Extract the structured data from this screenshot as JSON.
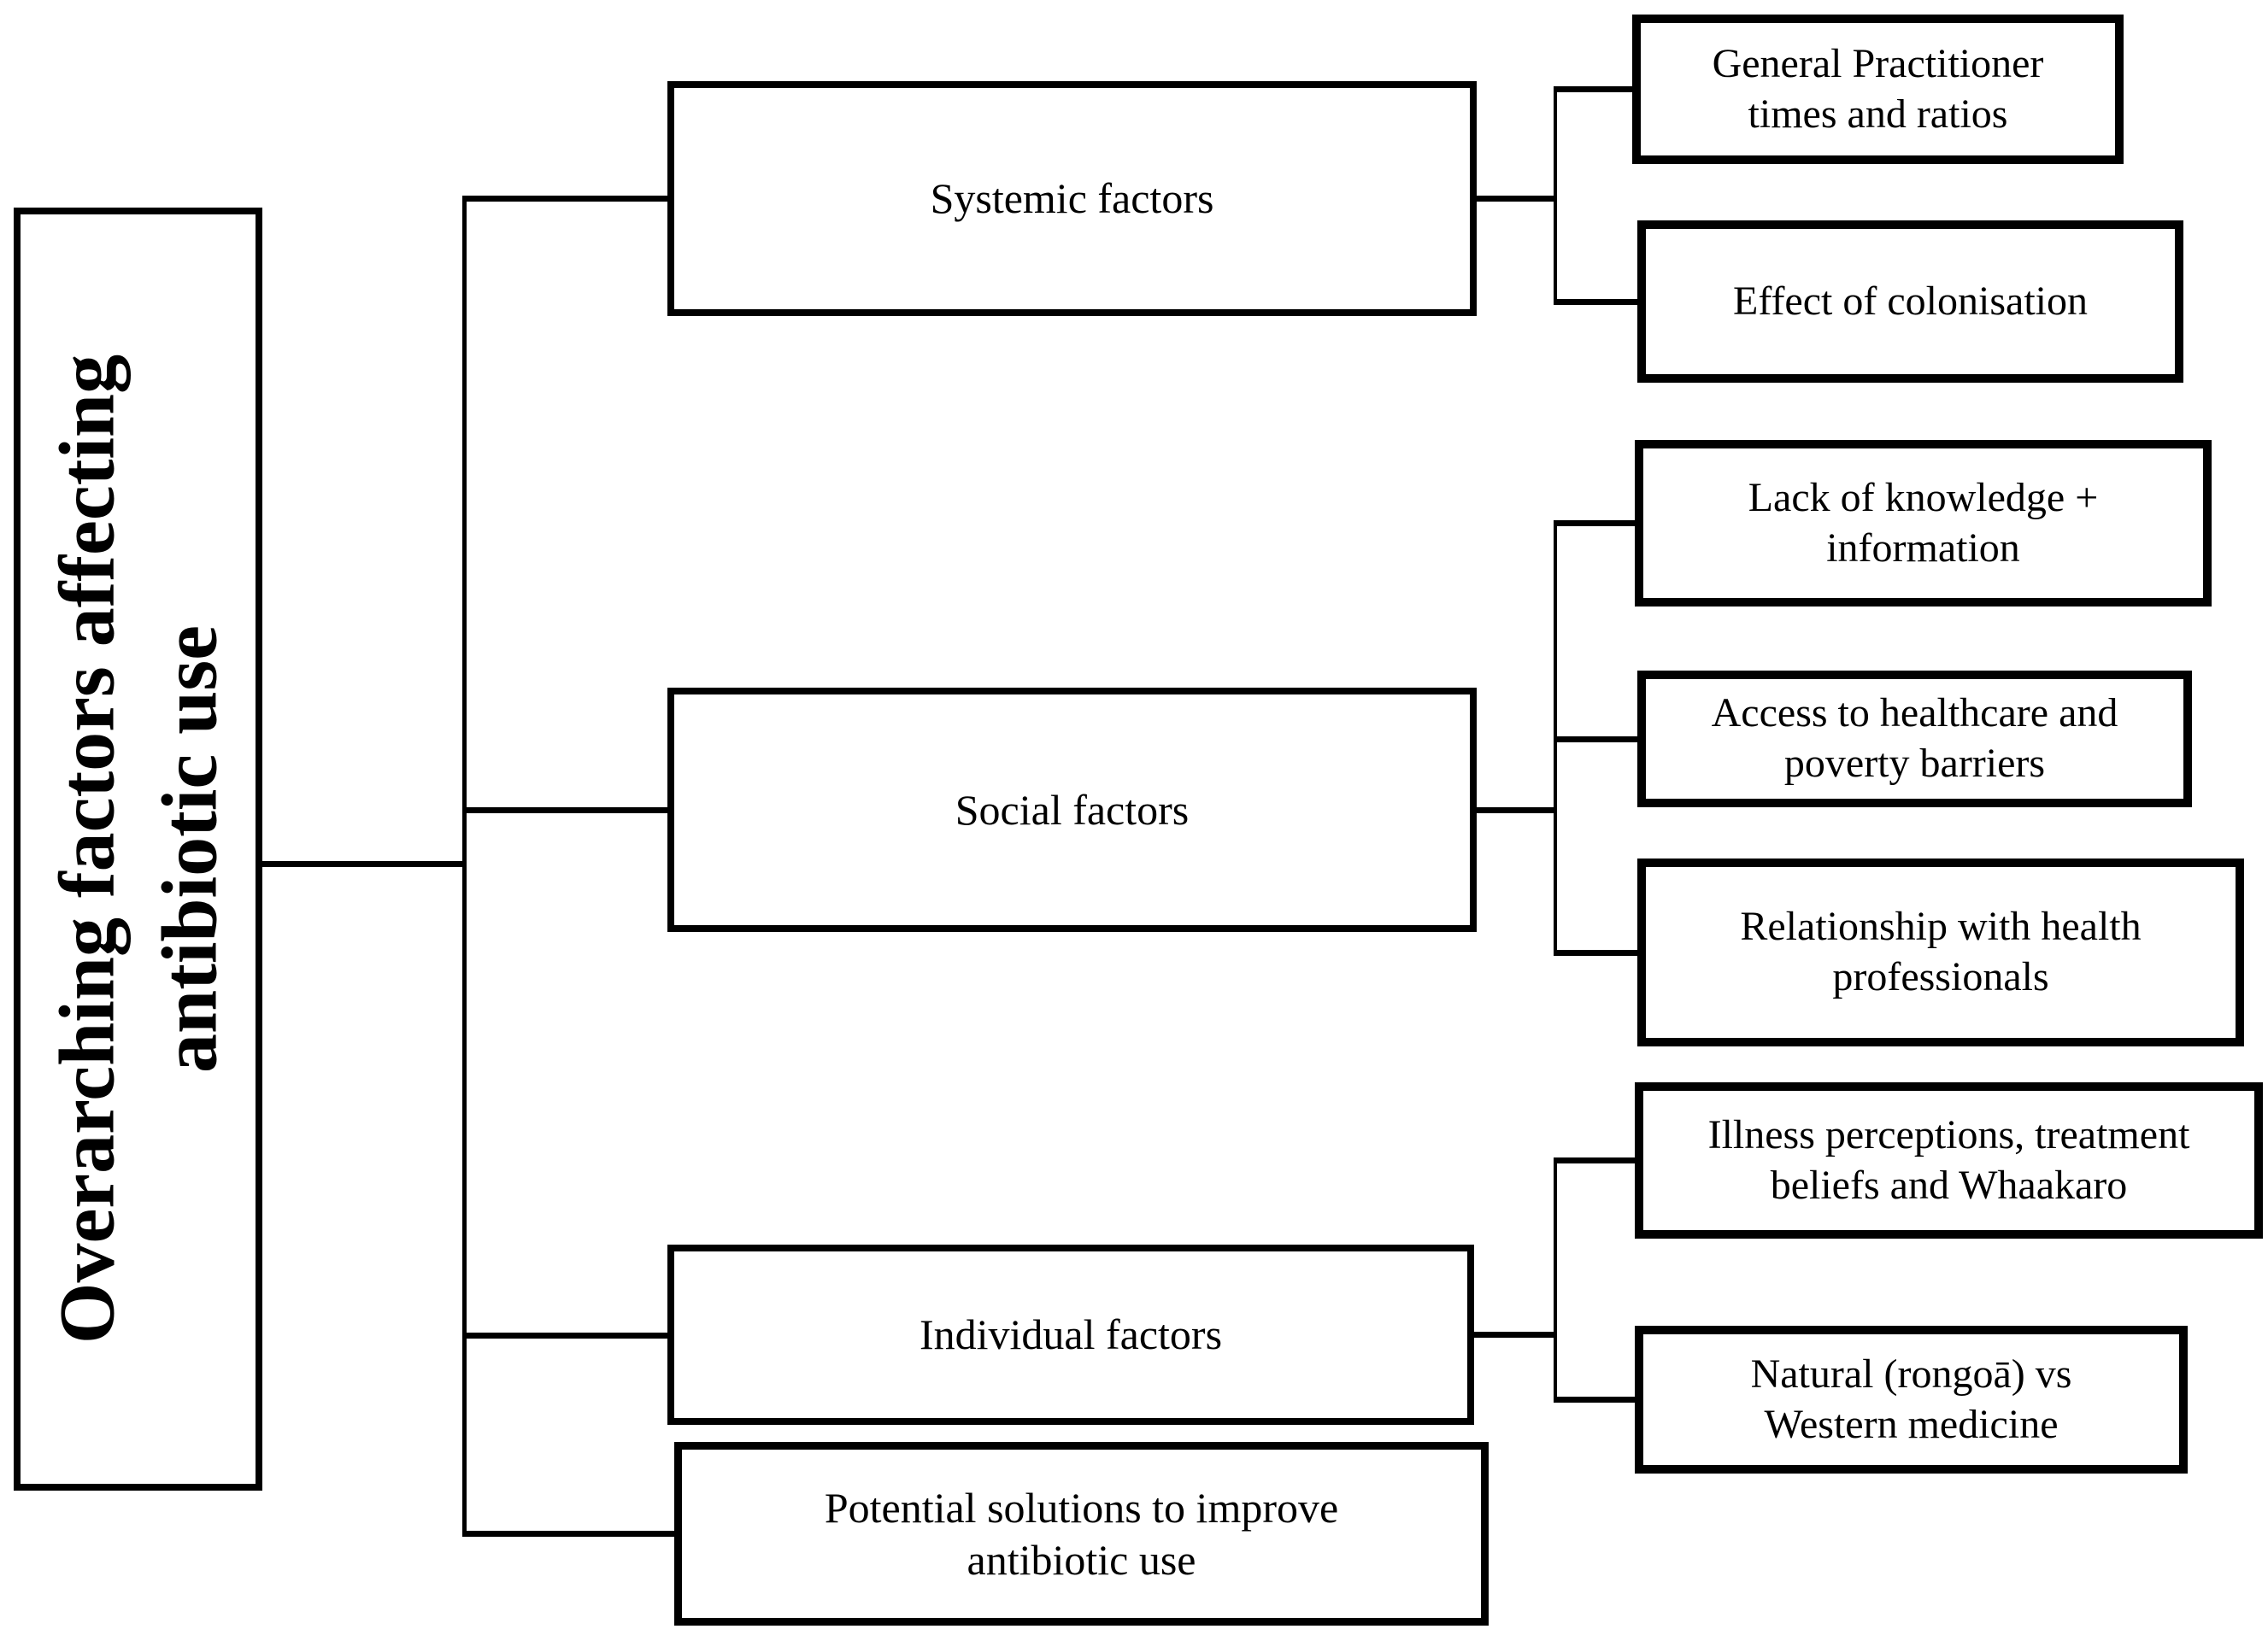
{
  "figure": {
    "type": "tree-diagram",
    "colors": {
      "line": "#000000",
      "text": "#000000",
      "background": "#ffffff"
    },
    "root": {
      "label": "Overarching factors affecting\nantibiotic use"
    },
    "branches": [
      {
        "id": "systemic",
        "label": "Systemic factors",
        "children": [
          {
            "label": "General Practitioner\ntimes and ratios"
          },
          {
            "label": "Effect of colonisation"
          }
        ]
      },
      {
        "id": "social",
        "label": "Social factors",
        "children": [
          {
            "label": "Lack of knowledge  +\ninformation"
          },
          {
            "label": "Access to healthcare and\npoverty barriers"
          },
          {
            "label": "Relationship with health\nprofessionals"
          }
        ]
      },
      {
        "id": "individual",
        "label": "Individual factors",
        "children": [
          {
            "label": "Illness perceptions, treatment\nbeliefs and Whaakaro"
          },
          {
            "label": "Natural (rongoā) vs\nWestern medicine"
          }
        ]
      },
      {
        "id": "solutions",
        "label": "Potential solutions to improve\nantibiotic use",
        "children": []
      }
    ]
  }
}
